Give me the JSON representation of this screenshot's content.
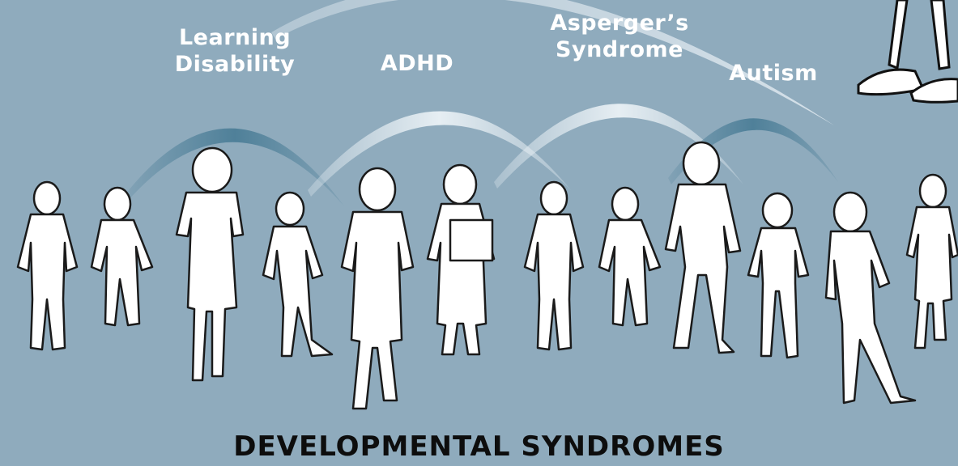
{
  "labels": {
    "learning_disability": "Learning\nDisability",
    "adhd": "ADHD",
    "aspergers": "Asperger’s\nSyndrome",
    "autism": "Autism"
  },
  "title": "DEVELOPMENTAL SYNDROMES",
  "colors": {
    "background": "#8fabbd",
    "arc_dark": "#4f8099",
    "arc_light": "#dde7ee",
    "figure_fill": "#ffffff",
    "figure_stroke": "#1a1a1a",
    "label": "#ffffff",
    "title": "#0d0d0d"
  }
}
